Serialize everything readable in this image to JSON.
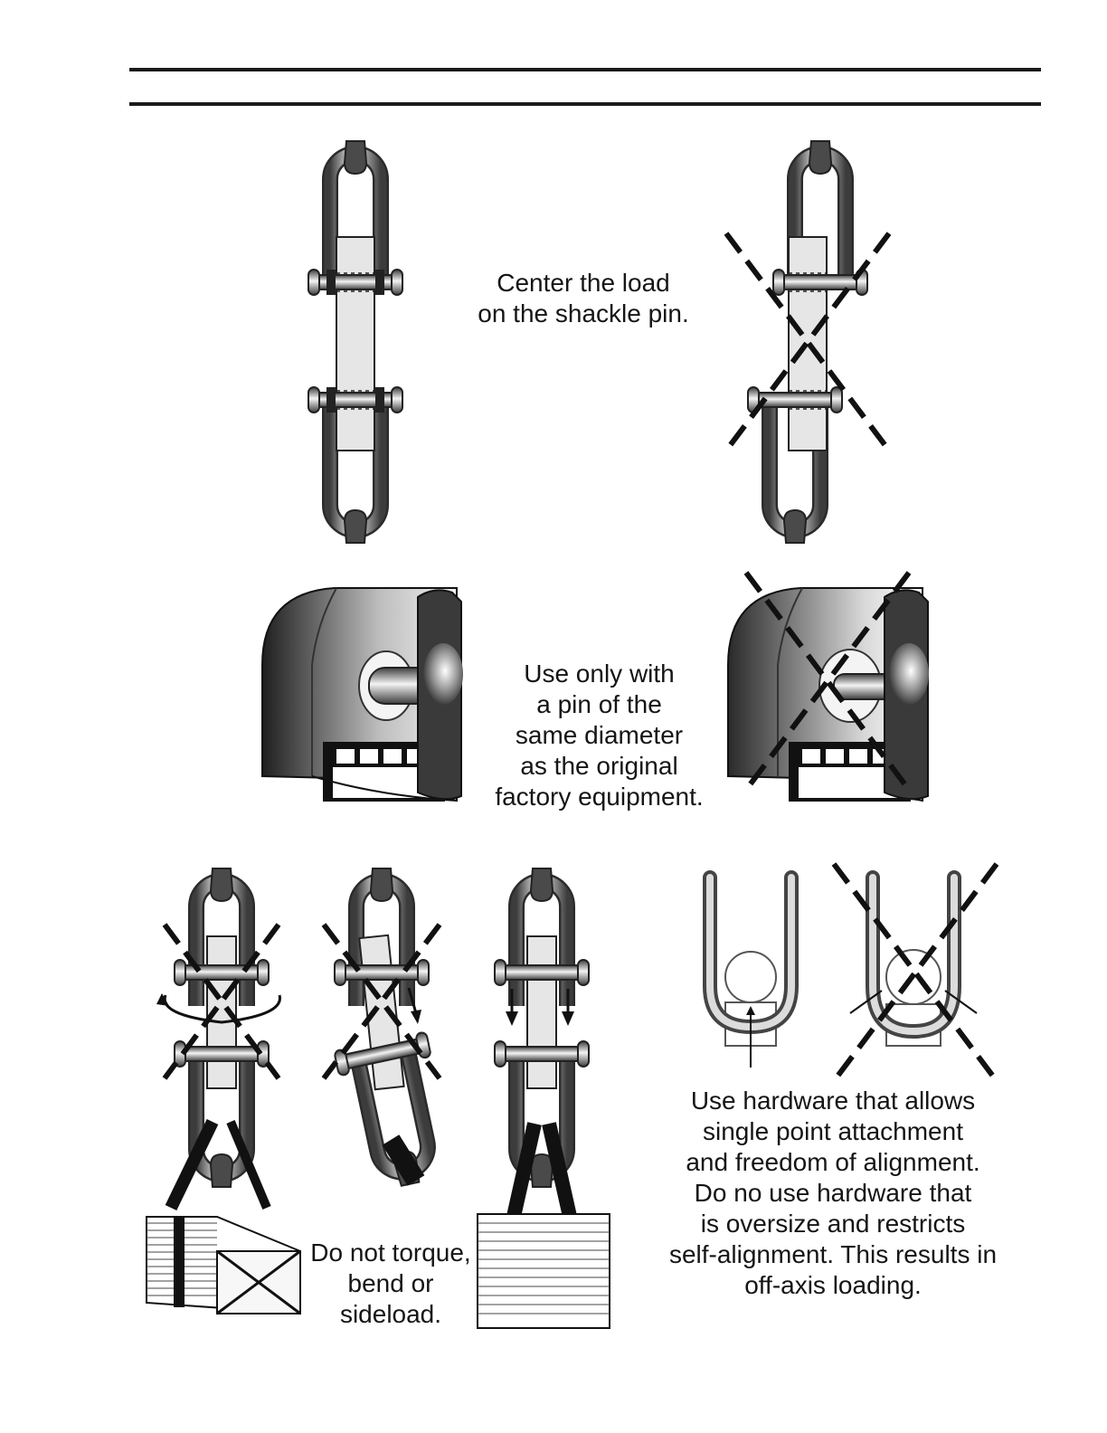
{
  "captions": {
    "center_load": [
      "Center the load",
      "on the shackle pin."
    ],
    "pin_diameter": [
      "Use only with",
      "a pin of the",
      "same diameter",
      "as the original",
      "factory equipment."
    ],
    "torque": [
      "Do not torque,",
      "bend or",
      "sideload."
    ],
    "hardware": [
      "Use hardware that allows",
      "single point attachment",
      "and freedom of alignment.",
      "Do no use hardware that",
      "is oversize and restricts",
      "self-alignment. This results in",
      "off-axis loading."
    ]
  },
  "colors": {
    "steel_light": "#f2f2f2",
    "steel_dark": "#4a4a4a",
    "cell_fill": "#e6e6e6",
    "ink": "#111111"
  },
  "icons": [
    "shackle-pair-correct",
    "shackle-pair-offset",
    "load-cell-pin-correct",
    "load-cell-pin-wrong",
    "torque-rotation-arrow",
    "bend-arrow",
    "straight-load-arrows",
    "u-bolt-correct",
    "u-bolt-oversize"
  ]
}
